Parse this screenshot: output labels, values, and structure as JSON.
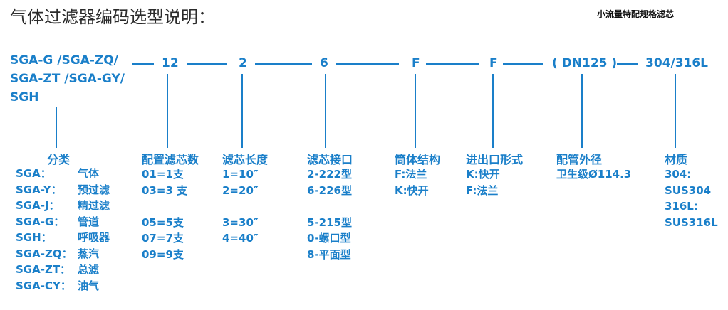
{
  "title": "气体过滤器编码选型说明：",
  "subtitle": "小流量特配规格滤芯",
  "code": {
    "prefix_lines": [
      "SGA-G /SGA-ZQ/",
      "SGA-ZT /SGA-GY/",
      "SGH"
    ],
    "segments": [
      "12",
      "2",
      "6",
      "F",
      "F",
      "( DN125 )",
      "304/316L"
    ]
  },
  "sections": {
    "category": {
      "header": "分类",
      "items": [
        {
          "code": "SGA：",
          "name": "气体"
        },
        {
          "code": "SGA-Y：",
          "name": "预过滤"
        },
        {
          "code": "SGA-J：",
          "name": "精过滤"
        },
        {
          "code": "SGA-G：",
          "name": "管道"
        },
        {
          "code": "SGH：",
          "name": "呼吸器"
        },
        {
          "code": "SGA-ZQ：",
          "name": "蒸汽"
        },
        {
          "code": "SGA-ZT：",
          "name": "总滤"
        },
        {
          "code": "SGA-CY：",
          "name": "油气"
        }
      ]
    },
    "core_count": {
      "header": "配置滤芯数",
      "items_a": [
        "01=1支",
        "03=3 支"
      ],
      "items_b": [
        "05=5支",
        "07=7支",
        "09=9支"
      ]
    },
    "core_length": {
      "header": "滤芯长度",
      "items_a": [
        "1=10″",
        "2=20″"
      ],
      "items_b": [
        "3=30″",
        "4=40″"
      ]
    },
    "core_interface": {
      "header": "滤芯接口",
      "items_a": [
        "2-222型",
        "6-226型"
      ],
      "items_b": [
        "5-215型",
        "0-螺口型",
        "8-平面型"
      ]
    },
    "barrel": {
      "header": "筒体结构",
      "items": [
        "F:法兰",
        "K:快开"
      ]
    },
    "inlet_outlet": {
      "header": "进出口形式",
      "items": [
        "K:快开",
        "F:法兰"
      ]
    },
    "pipe_diameter": {
      "header": "配管外径",
      "items": [
        "卫生级Ø114.3"
      ]
    },
    "material": {
      "header": "材质",
      "items": [
        "304:",
        "SUS304",
        "316L:",
        "SUS316L"
      ]
    }
  },
  "colors": {
    "accent": "#1a7fc9",
    "title": "#2b2b2b"
  }
}
